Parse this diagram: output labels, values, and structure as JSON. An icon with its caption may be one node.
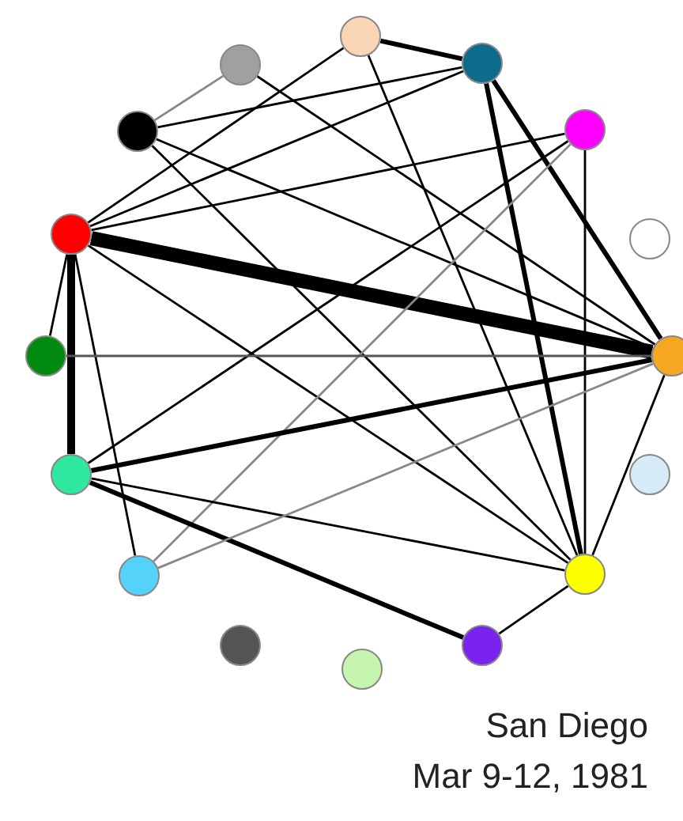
{
  "diagram": {
    "nodes": [
      {
        "text": [],
        "shape": "circle"
      },
      {
        "text": [],
        "shape": "circle"
      },
      {
        "text": [],
        "shape": "circle"
      },
      {
        "text": [],
        "shape": "circle"
      },
      {
        "text": [],
        "shape": "circle"
      },
      {
        "text": [],
        "shape": "circle"
      },
      {
        "text": [],
        "shape": "circle"
      },
      {
        "text": [],
        "shape": "circle"
      },
      {
        "text": [],
        "shape": "circle"
      },
      {
        "text": [],
        "shape": "circle"
      },
      {
        "text": [],
        "shape": "circle"
      },
      {
        "text": [],
        "shape": "circle"
      },
      {
        "text": [],
        "shape": "circle"
      },
      {
        "text": [],
        "shape": "circle"
      },
      {
        "text": [],
        "shape": "circle"
      },
      {
        "text": [],
        "shape": "circle"
      }
    ],
    "edges": [
      {
        "from": 0,
        "to": 1,
        "arrow": "none",
        "style": "thick"
      },
      {
        "from": 15,
        "to": 14,
        "arrow": "none",
        "color": "#888888"
      },
      {
        "from": 14,
        "to": 1,
        "arrow": "none"
      },
      {
        "from": 13,
        "to": 0,
        "arrow": "none"
      },
      {
        "from": 13,
        "to": 1,
        "arrow": "none"
      },
      {
        "from": 13,
        "to": 2,
        "arrow": "none"
      },
      {
        "from": 13,
        "to": 4,
        "arrow": "none",
        "style": "thick"
      },
      {
        "from": 13,
        "to": 11,
        "arrow": "none",
        "style": "thick"
      },
      {
        "from": 13,
        "to": 12,
        "arrow": "none"
      },
      {
        "from": 13,
        "to": 10,
        "arrow": "none"
      },
      {
        "from": 13,
        "to": 6,
        "arrow": "none"
      },
      {
        "from": 15,
        "to": 4,
        "arrow": "none"
      },
      {
        "from": 14,
        "to": 4,
        "arrow": "none"
      },
      {
        "from": 14,
        "to": 6,
        "arrow": "none"
      },
      {
        "from": 0,
        "to": 6,
        "arrow": "none"
      },
      {
        "from": 1,
        "to": 6,
        "arrow": "none",
        "style": "thick"
      },
      {
        "from": 1,
        "to": 4,
        "arrow": "none",
        "style": "thick"
      },
      {
        "from": 2,
        "to": 6,
        "arrow": "none"
      },
      {
        "from": 2,
        "to": 11,
        "arrow": "none"
      },
      {
        "from": 2,
        "to": 10,
        "arrow": "none",
        "color": "#888888"
      },
      {
        "from": 12,
        "to": 4,
        "arrow": "none",
        "color": "#555555"
      },
      {
        "from": 11,
        "to": 4,
        "arrow": "none",
        "style": "thick"
      },
      {
        "from": 11,
        "to": 6,
        "arrow": "none"
      },
      {
        "from": 11,
        "to": 7,
        "arrow": "none",
        "style": "thick"
      },
      {
        "from": 10,
        "to": 4,
        "arrow": "none",
        "color": "#888888"
      },
      {
        "from": 4,
        "to": 6,
        "arrow": "none"
      },
      {
        "from": 6,
        "to": 7,
        "arrow": "none"
      }
    ],
    "labels": [
      "San Diego",
      "Mar 9-12, 1981"
    ]
  }
}
